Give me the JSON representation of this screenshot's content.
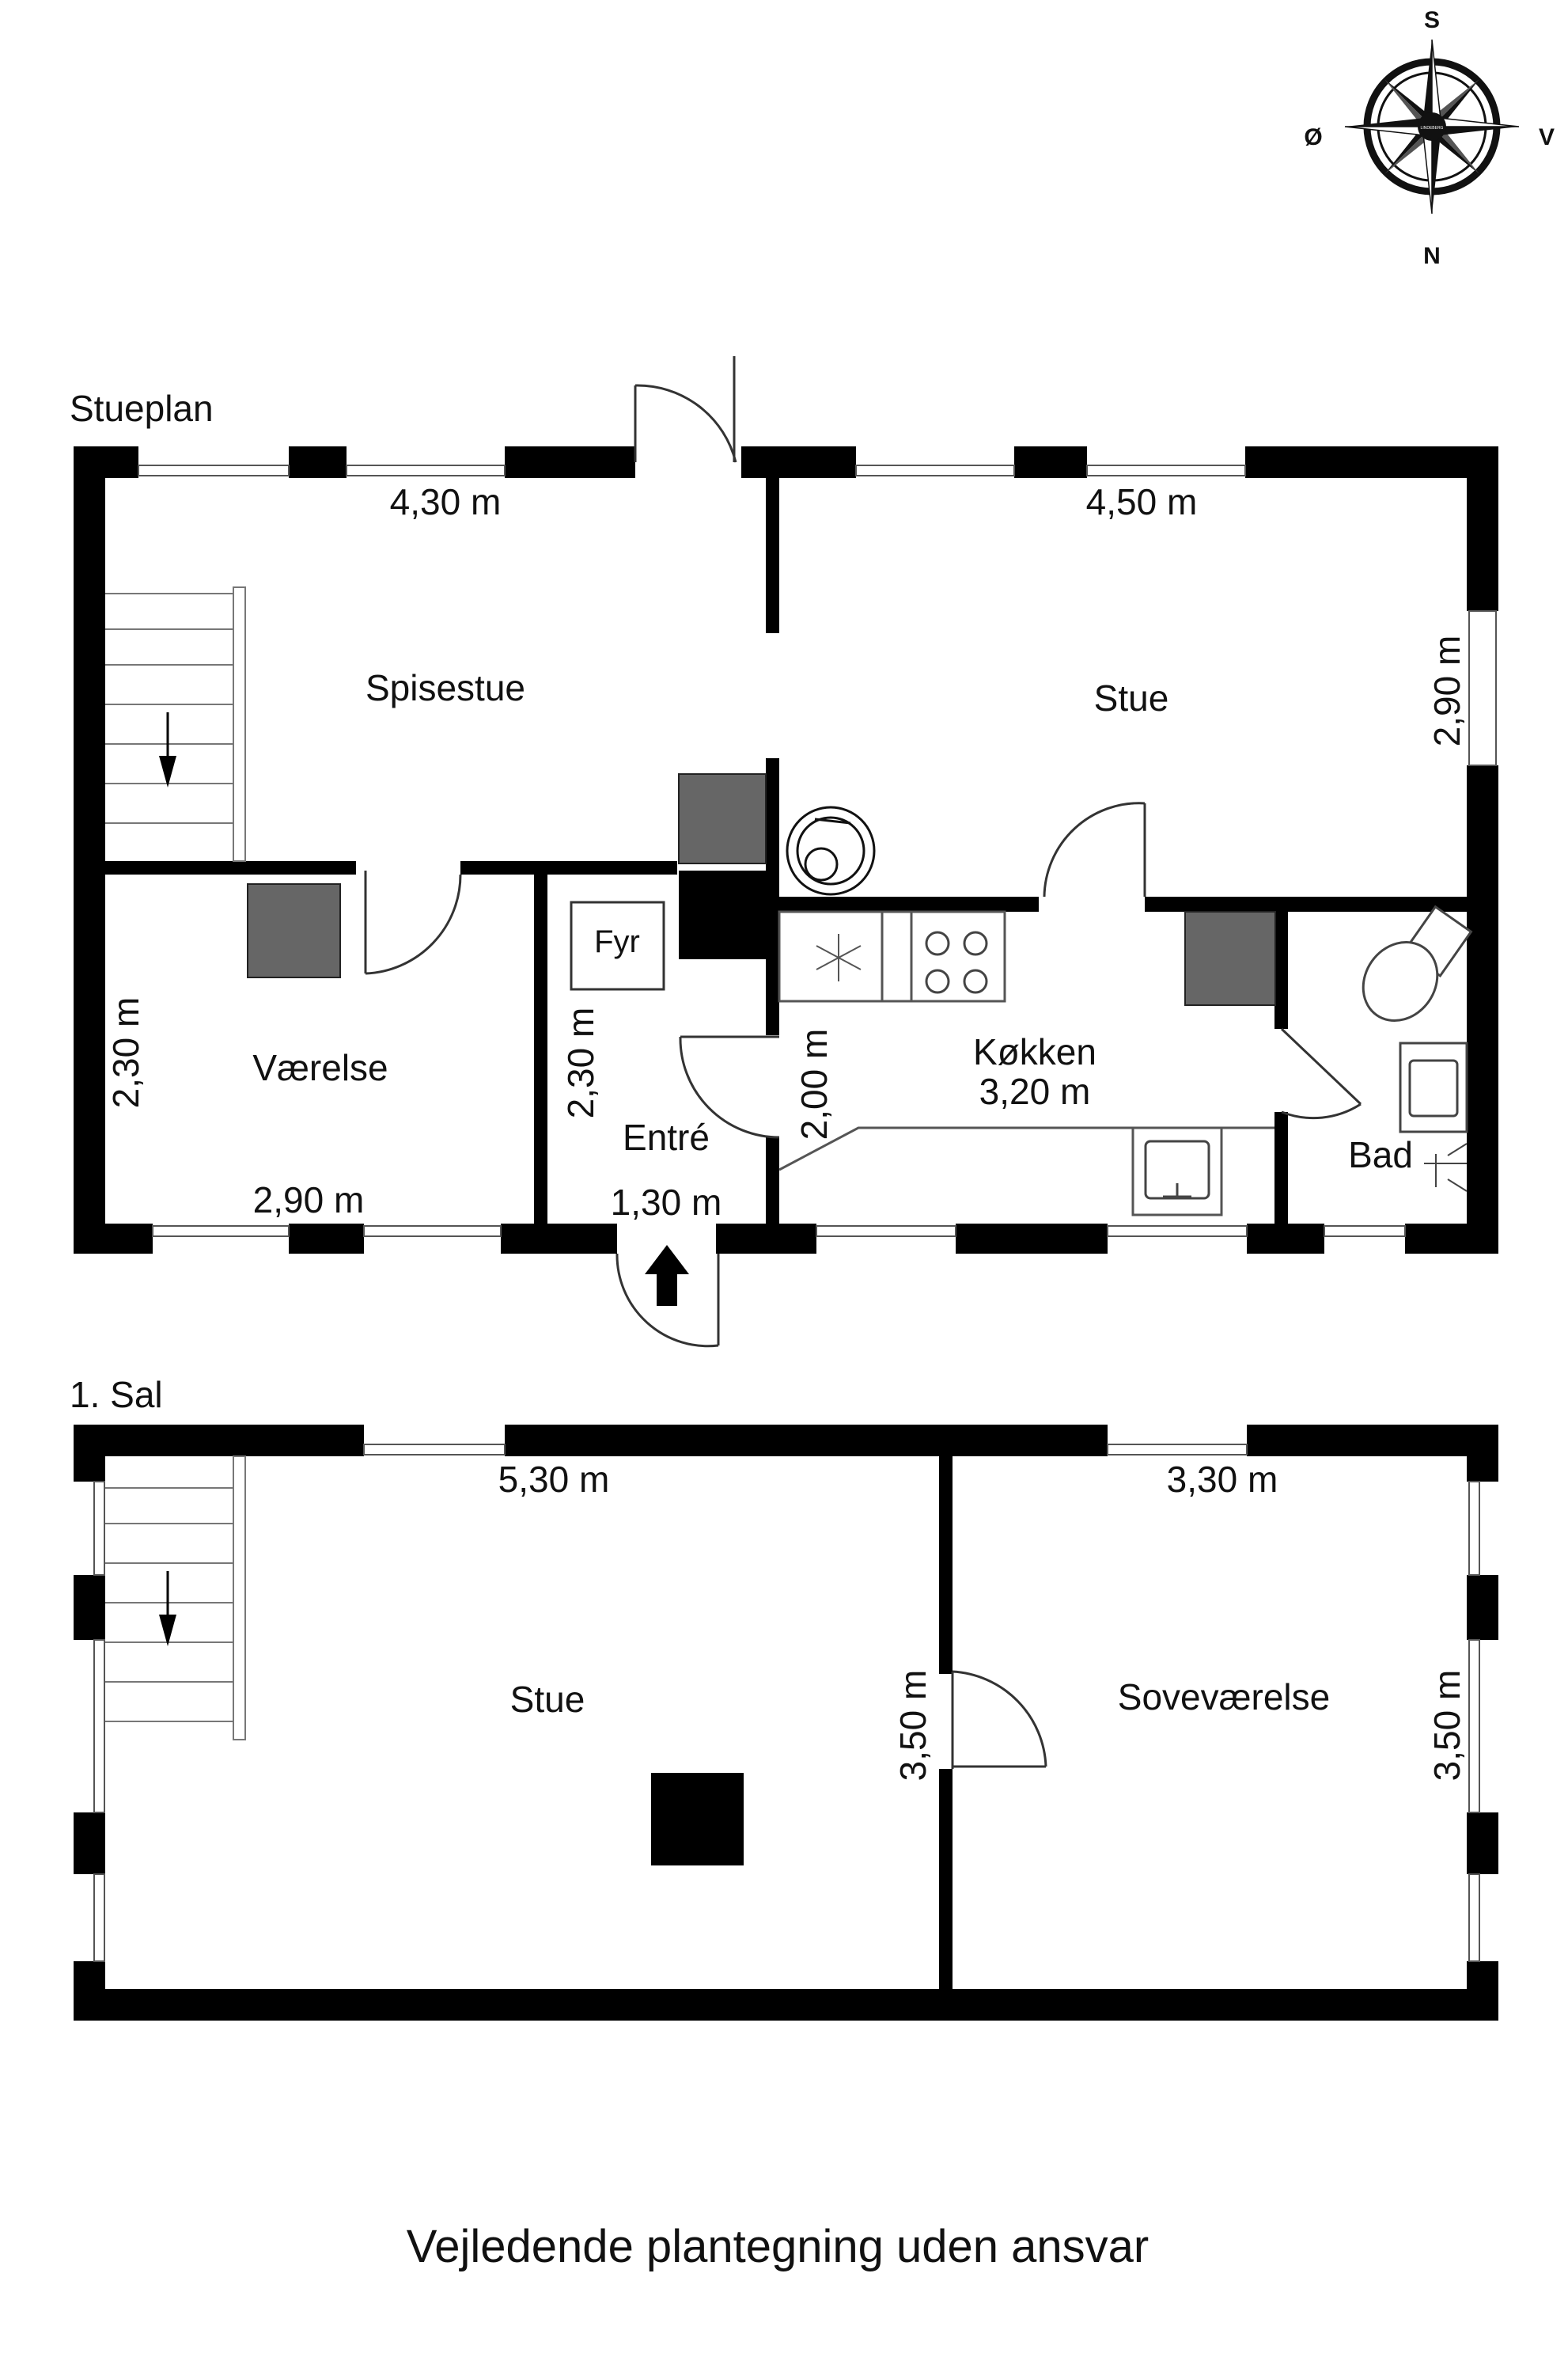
{
  "compass": {
    "north": "N",
    "south": "S",
    "east": "Ø",
    "west": "V",
    "center_text": "LINDEBERG"
  },
  "ground_floor": {
    "title": "Stueplan",
    "rooms": {
      "dining": "Spisestue",
      "living": "Stue",
      "bedroom": "Værelse",
      "boiler": "Fyr",
      "hall": "Entré",
      "kitchen": "Køkken",
      "bath": "Bad"
    },
    "dimensions": {
      "dining_width": "4,30 m",
      "living_width": "4,50 m",
      "living_depth": "2,90 m",
      "bedroom_depth": "2,30 m",
      "bedroom_width": "2,90 m",
      "hall_depth": "2,30 m",
      "hall_width": "1,30 m",
      "kitchen_depth": "2,00 m",
      "kitchen_width": "3,20 m"
    }
  },
  "first_floor": {
    "title": "1. Sal",
    "rooms": {
      "living": "Stue",
      "bedroom": "Soveværelse"
    },
    "dimensions": {
      "living_width": "5,30 m",
      "bedroom_width": "3,30 m",
      "living_depth": "3,50 m",
      "bedroom_depth": "3,50 m"
    }
  },
  "footer": "Vejledende plantegning uden ansvar"
}
